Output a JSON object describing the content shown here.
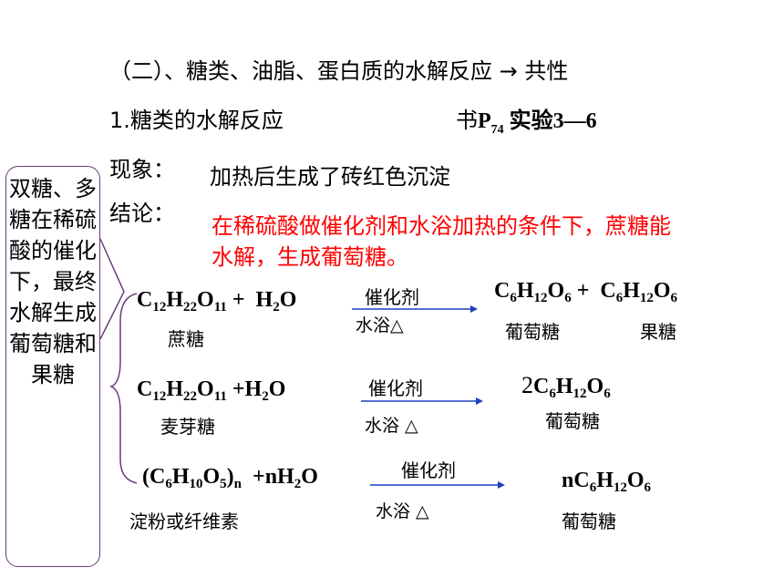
{
  "heading": "（二）、糖类、油脂、蛋白质的水解反应 → 共性",
  "section": {
    "title": "1.糖类的水解反应",
    "book_ref_prefix": "书",
    "book_ref_page": "P",
    "book_ref_page_sub": "74",
    "book_ref_experiment": " 实验3—6"
  },
  "phenomenon": {
    "label": "现象：",
    "text": "加热后生成了砖红色沉淀"
  },
  "conclusion": {
    "label": "结论：",
    "line1": "在稀硫酸做催化剂和水浴加热的条件下，蔗糖能",
    "line2": "水解，生成葡萄糖。"
  },
  "callout": "双糖、多糖在稀硫酸的催化下，最终水解生成葡萄糖和果糖",
  "reactions": [
    {
      "reactant_name": "蔗糖",
      "catalyst": "催化剂",
      "condition": "水浴△",
      "product1_name": "葡萄糖",
      "product2_name": "果糖"
    },
    {
      "reactant_name": "麦芽糖",
      "catalyst": "催化剂",
      "condition": "水浴 △",
      "product_name": "葡萄糖"
    },
    {
      "reactant_name": "淀粉或纤维素",
      "catalyst": "催化剂",
      "condition": "水浴 △",
      "product_name": "葡萄糖"
    }
  ],
  "colors": {
    "accent_red": "#ff0000",
    "arrow": "#1f3fbf",
    "callout_border": "#6a3b7a"
  }
}
